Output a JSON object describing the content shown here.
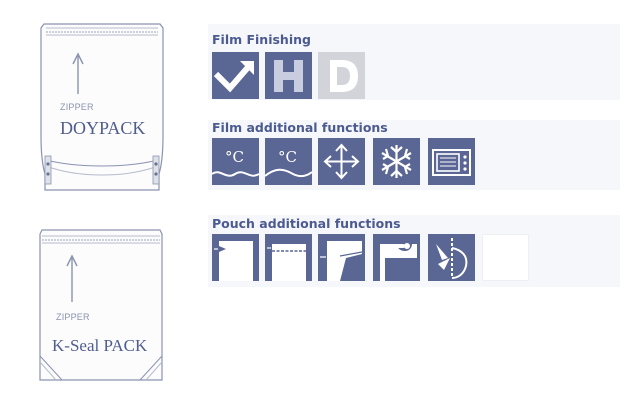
{
  "colors": {
    "icon_bg": "#5a6694",
    "icon_light": "#ffffff",
    "icon_disabled": "#d2d4d9",
    "title": "#4c5a92",
    "pouch_line": "#8a93b0",
    "pack_text": "#4f5d8f"
  },
  "pouches": [
    {
      "zipper_label": "ZIPPER",
      "name": "DOYPACK"
    },
    {
      "zipper_label": "ZIPPER",
      "name": "K-Seal PACK"
    }
  ],
  "sections": {
    "film_finishing": {
      "title": "Film Finishing",
      "icons": [
        "arrow-gloss-icon",
        "matt-h-icon",
        "disabled-d-icon"
      ]
    },
    "film_additional": {
      "title": "Film additional functions",
      "icons": [
        "temperature-wave-icon",
        "temperature-wave-alt-icon",
        "stretch-arrows-icon",
        "freeze-snowflake-icon",
        "microwave-icon"
      ]
    },
    "pouch_additional": {
      "title": "Pouch additional functions",
      "icons": [
        "tear-notch-icon",
        "zipper-top-icon",
        "spout-pour-icon",
        "hang-hole-icon",
        "easy-open-cut-icon",
        "empty-slot-icon"
      ]
    }
  }
}
